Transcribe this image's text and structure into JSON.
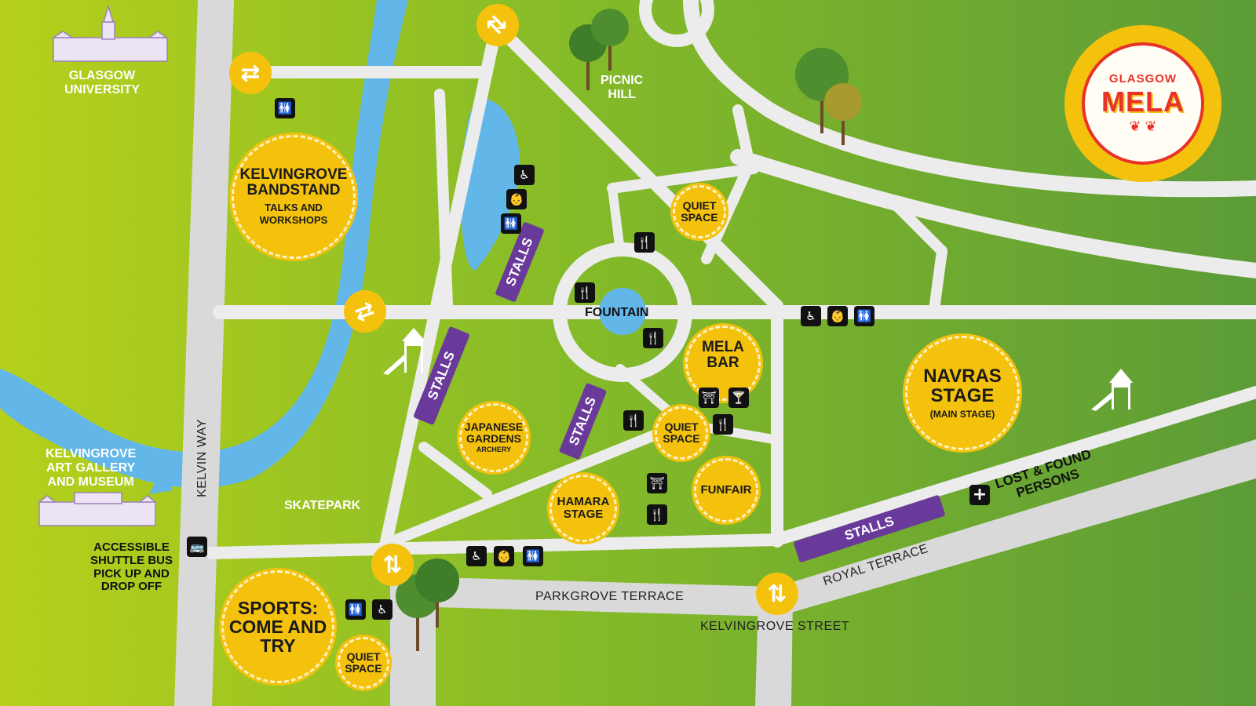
{
  "logo": {
    "line1": "GLASGOW",
    "line2": "MELA",
    "colors": {
      "red": "#e8332a",
      "gold": "#f4c20d"
    }
  },
  "colors": {
    "grass_light": "#b4cf1b",
    "grass_dark": "#5f9e35",
    "path": "#e6e6e6",
    "river": "#62b7e8",
    "badge": "#f4c20d",
    "stalls": "#6a3a9b"
  },
  "places": {
    "glasgow_university": "GLASGOW\nUNIVERSITY",
    "picnic_hill": "PICNIC\nHILL",
    "kelvingrove_art_gallery": "KELVINGROVE\nART GALLERY\nAND MUSEUM",
    "skatepark": "SKATEPARK",
    "fountain": "FOUNTAIN",
    "shuttle": "ACCESSIBLE\nSHUTTLE BUS\nPICK UP AND\nDROP OFF",
    "lost_found": "LOST & FOUND\nPERSONS"
  },
  "roads": {
    "kelvin_way": "KELVIN WAY",
    "parkgrove_terrace": "PARKGROVE TERRACE",
    "royal_terrace": "ROYAL TERRACE",
    "kelvingrove_street": "KELVINGROVE STREET"
  },
  "stalls_label": "STALLS",
  "venues": {
    "bandstand": {
      "title": "KELVINGROVE\nBANDSTAND",
      "sub": "TALKS AND\nWORKSHOPS"
    },
    "quiet_space_top": {
      "title": "QUIET\nSPACE"
    },
    "mela_bar": {
      "title": "MELA\nBAR"
    },
    "navras_stage": {
      "title": "NAVRAS\nSTAGE",
      "sub": "(MAIN STAGE)"
    },
    "japanese_gardens": {
      "title": "JAPANESE\nGARDENS",
      "sub": "ARCHERY"
    },
    "quiet_space_mid": {
      "title": "QUIET\nSPACE"
    },
    "hamara_stage": {
      "title": "HAMARA\nSTAGE"
    },
    "funfair": {
      "title": "FUNFAIR"
    },
    "sports": {
      "title": "SPORTS:\nCOME AND\nTRY"
    },
    "quiet_space_bottom": {
      "title": "QUIET\nSPACE"
    }
  },
  "icons": {
    "toilet": "🚻",
    "accessible": "♿",
    "baby_change": "👶",
    "food": "🍴",
    "picnic": "⛩",
    "bar": "🍸",
    "first_aid": "+",
    "bus": "🚌",
    "swap": "⇄",
    "updown": "⇅"
  }
}
